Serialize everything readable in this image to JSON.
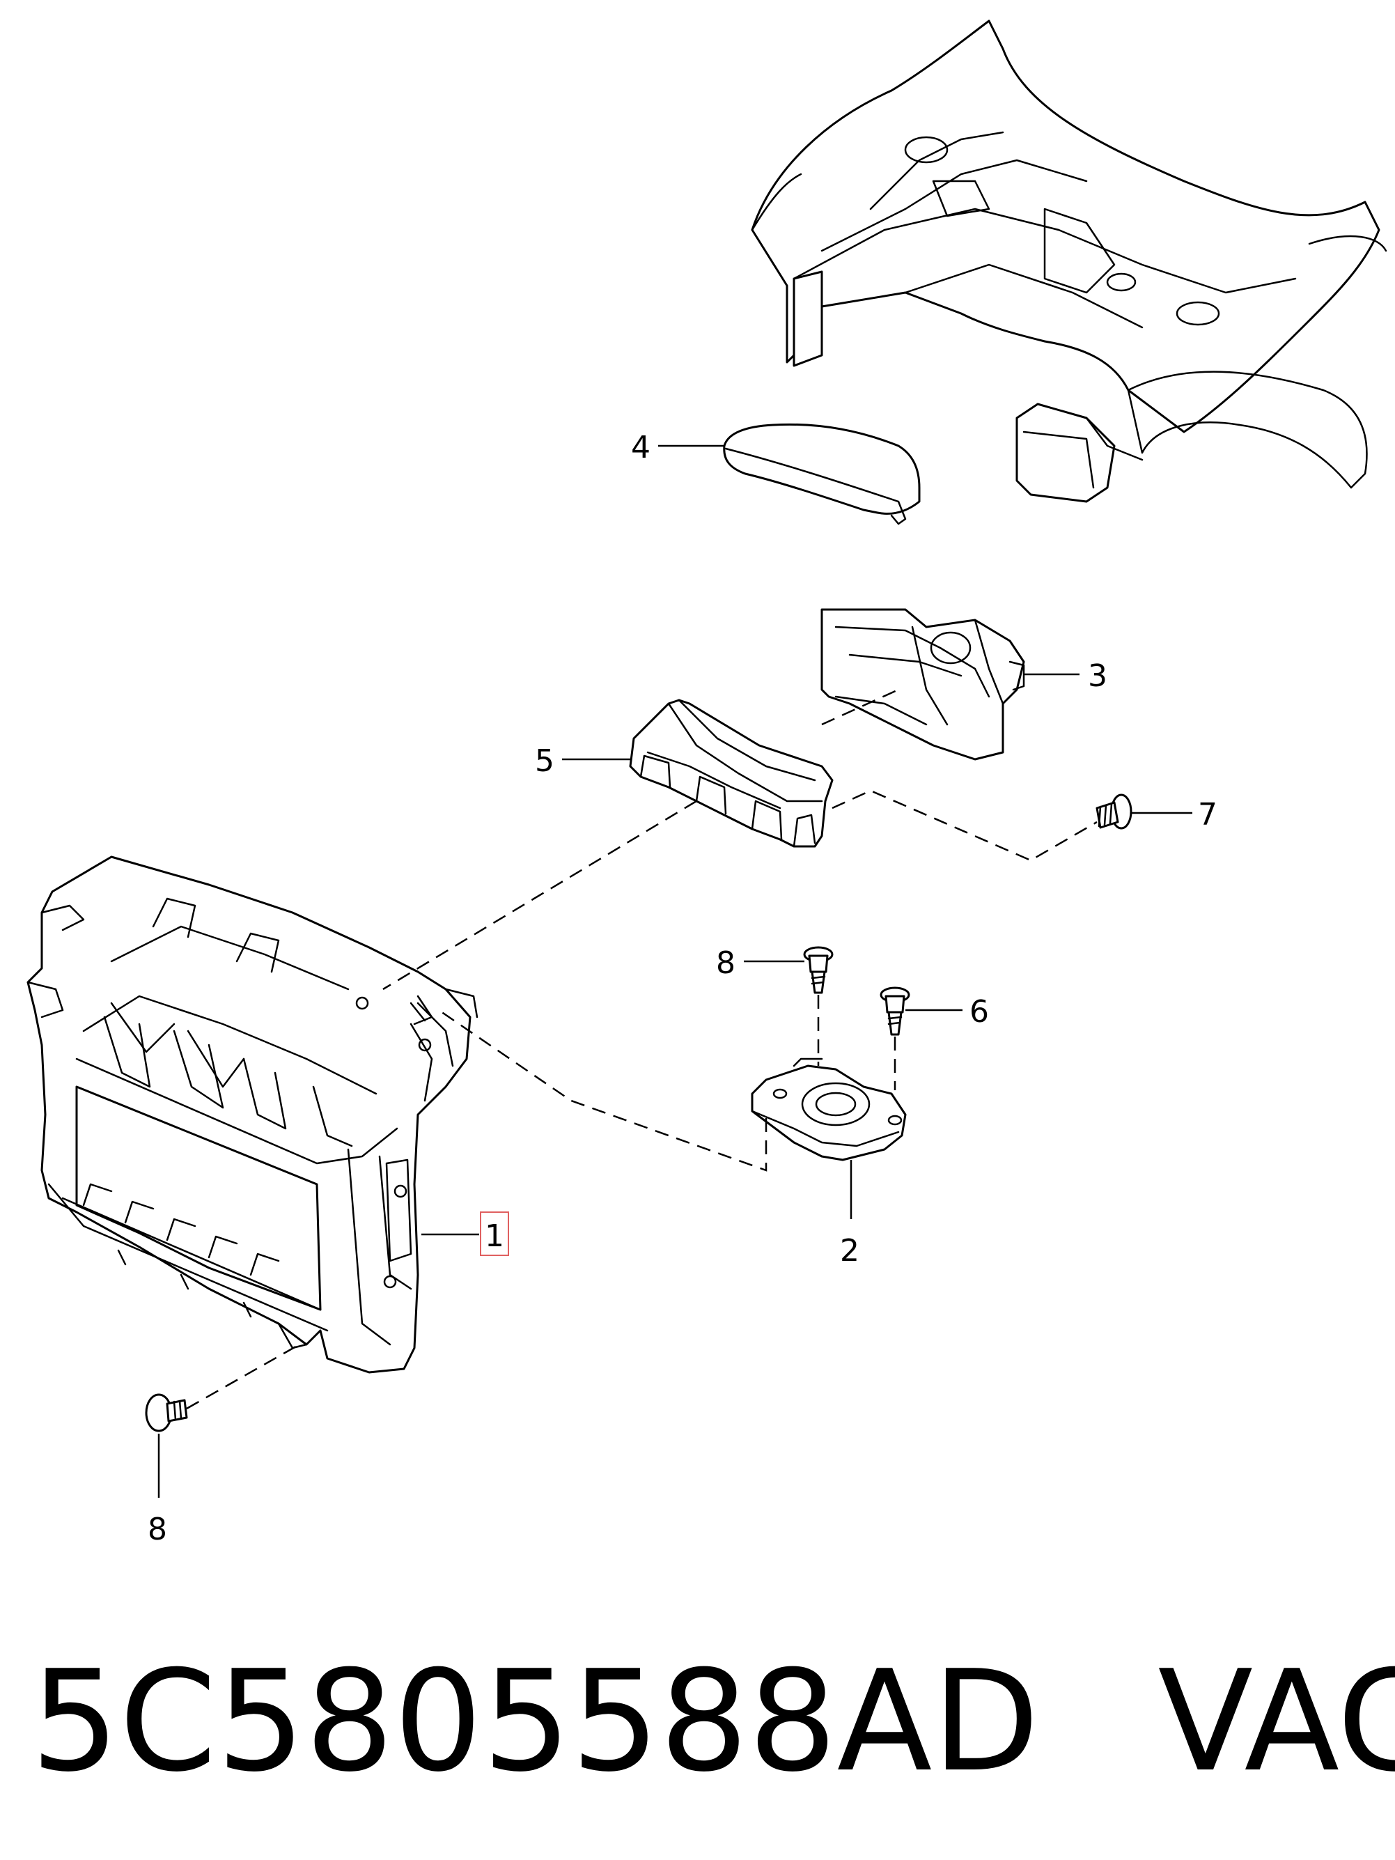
{
  "diagram": {
    "callouts": [
      {
        "id": "1",
        "label": "1",
        "highlighted": true
      },
      {
        "id": "2",
        "label": "2"
      },
      {
        "id": "3",
        "label": "3"
      },
      {
        "id": "4",
        "label": "4"
      },
      {
        "id": "5",
        "label": "5"
      },
      {
        "id": "6",
        "label": "6"
      },
      {
        "id": "7",
        "label": "7"
      },
      {
        "id": "8a",
        "label": "8"
      },
      {
        "id": "8b",
        "label": "8"
      }
    ],
    "highlight_color": "#e06060",
    "line_color": "#000000"
  },
  "caption": {
    "part_number": "5C5805588AD",
    "brand": "VAG"
  }
}
